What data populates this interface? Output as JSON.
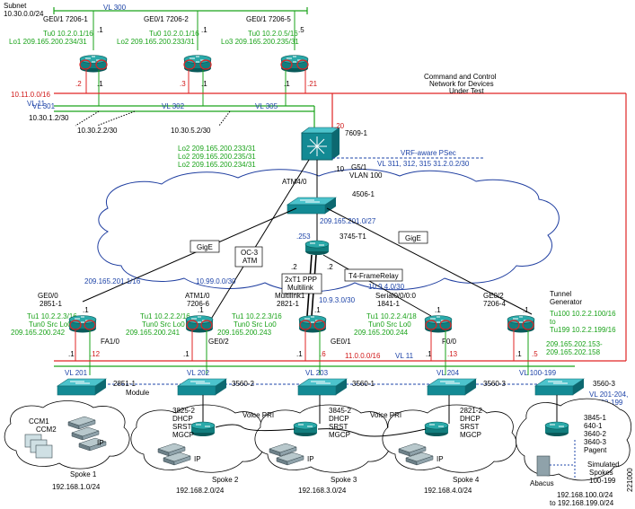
{
  "colors": {
    "vlan_line": "#1aa31a",
    "mgmt_line": "#e02424",
    "blue_text": "#1e44a8",
    "router_body": "#0f7f7f",
    "switch_body": "#1a8a94"
  },
  "subnet": {
    "heading": "Subnet",
    "value": "10.30.0.0/24"
  },
  "vl300": "VL 300",
  "vl11_top": "VL 11",
  "vl301": "VL 301",
  "vl302": "VL 302",
  "vl305": "VL 305",
  "mgmt_net": "10.11.0.0/16",
  "cc_label": [
    "Command and Control",
    "Network for Devices",
    "Under Test"
  ],
  "top_routers": [
    {
      "name": "GE0/1 7206-1",
      "dot": ".1",
      "tu": "Tu0 10.2.0.1/16",
      "lo": "Lo1 209.165.200.234/31",
      "bl": ".2",
      "br": ".1"
    },
    {
      "name": "GE0/1 7206-2",
      "dot": ".1",
      "tu": "Tu0 10.2.0.1/16",
      "lo": "Lo2 209.165.200.233/31",
      "bl": ".3",
      "br": ".1"
    },
    {
      "name": "GE0/1 7206-5",
      "dot": ".5",
      "tu": "Tu0 10.2.0.5/16",
      "lo": "Lo3 209.165.200.235/31",
      "bl": ".1",
      "br": ".21"
    }
  ],
  "addr_a": "10.30.1.2/30",
  "addr_b": "10.30.2.2/30",
  "addr_c": "10.30.5.2/30",
  "core": {
    "name": "7609-1",
    "dot20": ".20",
    "dot10": ".10",
    "g5": "G5/1",
    "vlan100": "VLAN 100",
    "lo_lines": [
      "Lo2 209.165.200.233/31",
      "Lo2 209.165.200.235/31",
      "Lo2 209.165.200.234/31"
    ],
    "vrf_title": "VRF-aware PSec",
    "vrf_vl": "VL 311, 312, 315 31.2.0.2/30"
  },
  "atm40": "ATM4/0",
  "sw4506": "4506-1",
  "net201_0": "209.165.201.0/27",
  "r3745": {
    "dot": ".253",
    "name": "3745-T1",
    "left": ".2",
    "right": ".2"
  },
  "gige_left": "GigE",
  "gige_right": "GigE",
  "oc3": [
    "OC-3",
    "ATM"
  ],
  "ppp": [
    "2xT1 PPP",
    "Multilink"
  ],
  "t4": "T4-FrameRelay",
  "net_left": "209.165.201.1/16",
  "net_atm": "10.99.0.0/30",
  "net_ml": "10.9.3.0/30",
  "net_fr": "10.9.4.0/30",
  "edge_routers": [
    {
      "h1": "GE0/0",
      "h2": "2851-1",
      "tu": "Tu1 10.2.2.3/16",
      "src": "Tun0 Src Lo0",
      "ip": "209.165.200.242",
      "dot": ".1",
      "lbot": ".1",
      "rbot": ".12",
      "port": "FA1/0"
    },
    {
      "h1": "ATM1/0",
      "h2": "7206-6",
      "tu": "Tu1 10.2.2.2/16",
      "src": "Tun0 Src Lo0",
      "ip": "209.165.200.241",
      "dot": ".1",
      "lbot": ".1",
      "rbot": "",
      "port": "GE0/2"
    },
    {
      "h1": "Multilink1",
      "h2": "2821-1",
      "tu": "Tu1 10.2.2.3/16",
      "src": "Tun0 Src Lo0",
      "ip": "209.165.200.243",
      "dot": ".1",
      "lbot": ".1",
      "rbot": ".6",
      "port": "GE0/1"
    },
    {
      "h1": "Serial0/0/0:0",
      "h2": "1841-1",
      "tu": "Tu1 10.2.2.4/18",
      "src": "Tun0 Src Lo0",
      "ip": "209.165.200.244",
      "dot": ".1",
      "lbot": ".1",
      "rbot": ".13",
      "port": "F0/0"
    },
    {
      "h1": "GE0/2",
      "h2": "7206-4",
      "tu": "",
      "src": "",
      "ip": "",
      "dot": ".1",
      "lbot": ".1",
      "rbot": ".5",
      "port": ""
    }
  ],
  "tunnel_gen": {
    "l1": "Tunnel",
    "l2": "Generator",
    "tu100": "Tu100 10.2.2.100/16",
    "to": "to",
    "tu199": "Tu199 10.2.2.199/16",
    "net1": "209.165.202.153-",
    "net2": "209.165.202.158"
  },
  "bottom_net": "11.0.0.0/16",
  "vl11_bottom": "VL 11",
  "vl_bottom": [
    "VL 201",
    "VL 202",
    "VL 203",
    "VL 204",
    "VL 100-199"
  ],
  "switches": [
    "2851-1",
    "3560-2",
    "3560-1",
    "3560-3",
    "3560-3"
  ],
  "module": "Module",
  "vl_range1": "VL 201-204,",
  "vl_range2": "100-199",
  "voice_pri": "Voice PRI",
  "spoke_routers": [
    [
      "3825-2",
      "DHCP",
      "SRST",
      "MGCP"
    ],
    [
      "3845-2",
      "DHCP",
      "SRST",
      "MGCP"
    ],
    [
      "2821-2",
      "DHCP",
      "SRST",
      "MGCP"
    ]
  ],
  "ccm": [
    "CCM1",
    "CCM2"
  ],
  "ip_tag": "IP",
  "spokes": [
    {
      "name": "Spoke 1",
      "net": "192.168.1.0/24"
    },
    {
      "name": "Spoke 2",
      "net": "192.168.2.0/24"
    },
    {
      "name": "Spoke 3",
      "net": "192.168.3.0/24"
    },
    {
      "name": "Spoke 4",
      "net": "192.168.4.0/24"
    }
  ],
  "abacus_list": [
    "3845-1",
    "640-1",
    "3640-2",
    "3640-3",
    "Pagent"
  ],
  "abacus": "Abacus",
  "simulated": [
    "Simulated",
    "Spokes",
    "100-199"
  ],
  "abacus_net": [
    "192.168.100.0/24",
    "to 192.168.199.0/24"
  ],
  "fig_id": "221000"
}
